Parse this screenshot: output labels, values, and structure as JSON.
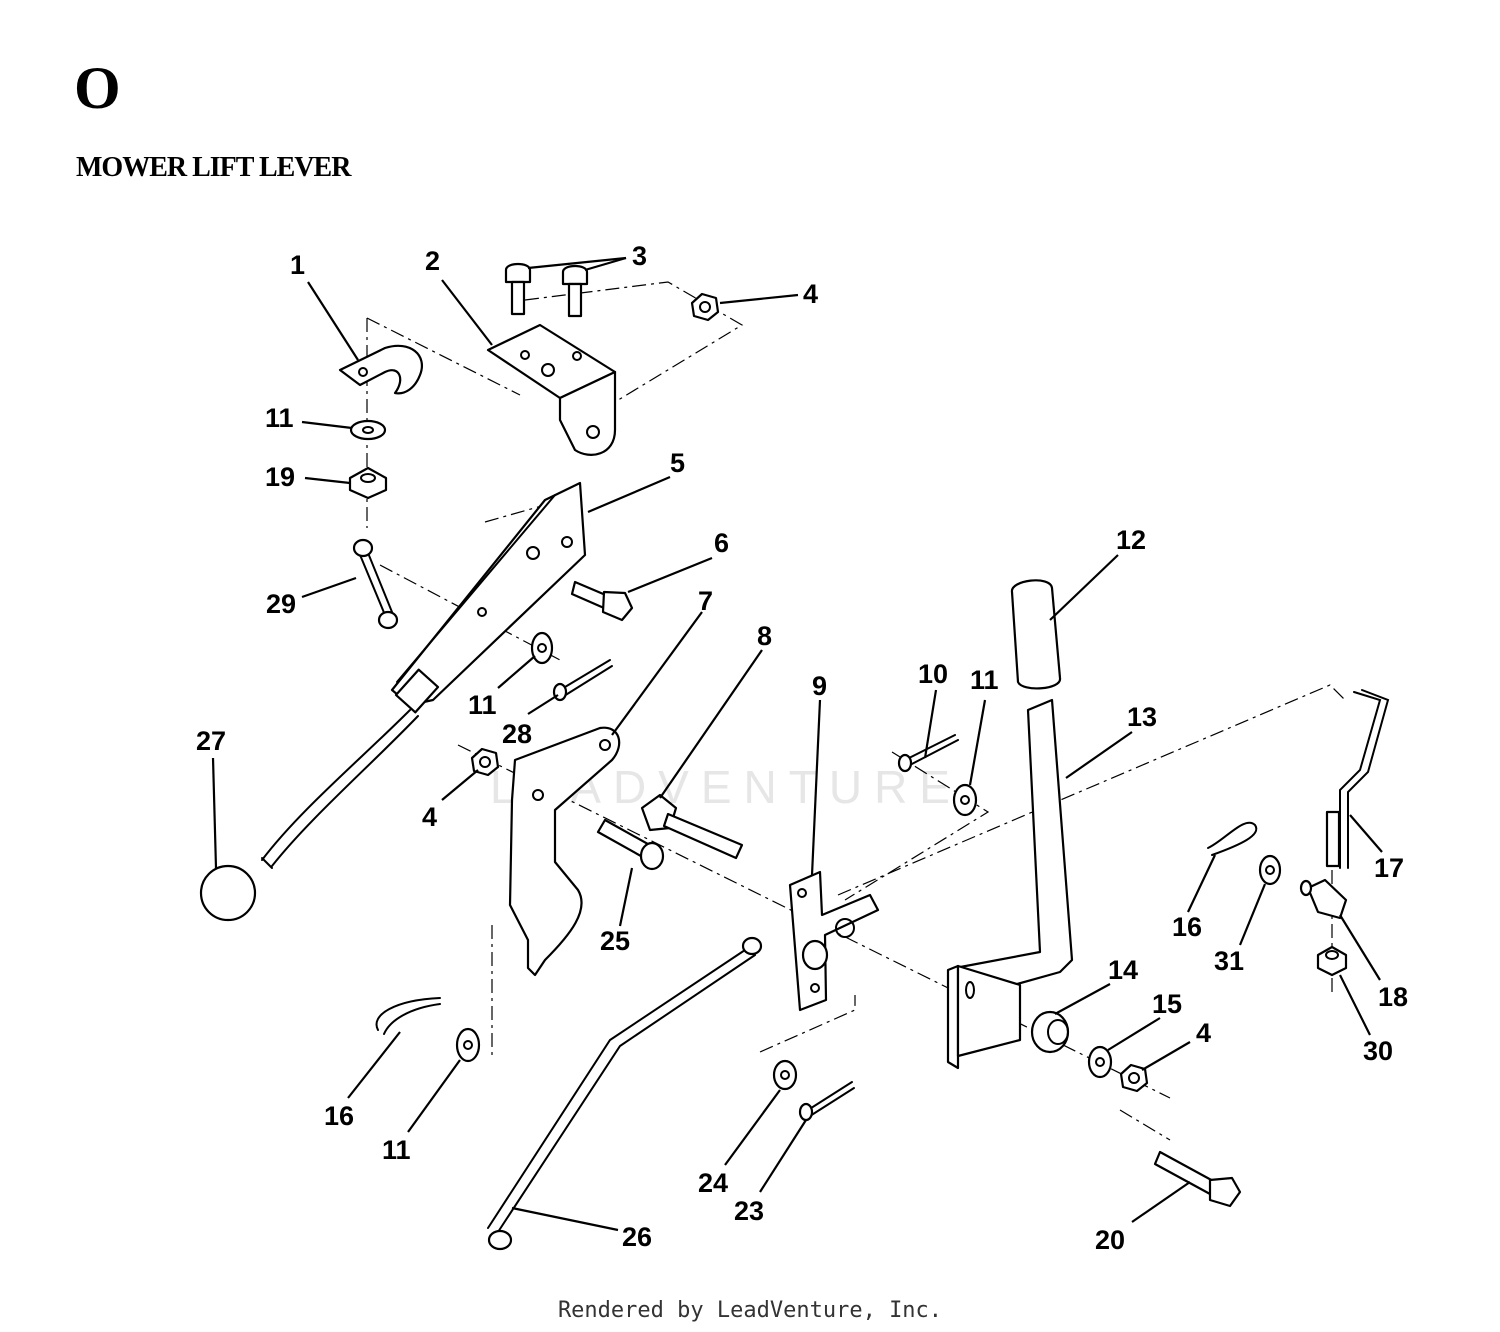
{
  "section": {
    "letter": "O",
    "title": "MOWER LIFT LEVER"
  },
  "watermark": "LEADVENTURE",
  "footer": "Rendered by LeadVenture, Inc.",
  "callouts": [
    {
      "label": "1"
    },
    {
      "label": "2"
    },
    {
      "label": "3"
    },
    {
      "label": "4"
    },
    {
      "label": "11"
    },
    {
      "label": "19"
    },
    {
      "label": "5"
    },
    {
      "label": "6"
    },
    {
      "label": "29"
    },
    {
      "label": "7"
    },
    {
      "label": "8"
    },
    {
      "label": "12"
    },
    {
      "label": "10"
    },
    {
      "label": "11"
    },
    {
      "label": "9"
    },
    {
      "label": "13"
    },
    {
      "label": "27"
    },
    {
      "label": "11"
    },
    {
      "label": "28"
    },
    {
      "label": "4"
    },
    {
      "label": "17"
    },
    {
      "label": "16"
    },
    {
      "label": "31"
    },
    {
      "label": "25"
    },
    {
      "label": "18"
    },
    {
      "label": "14"
    },
    {
      "label": "15"
    },
    {
      "label": "4"
    },
    {
      "label": "30"
    },
    {
      "label": "16"
    },
    {
      "label": "11"
    },
    {
      "label": "24"
    },
    {
      "label": "23"
    },
    {
      "label": "26"
    },
    {
      "label": "20"
    }
  ]
}
